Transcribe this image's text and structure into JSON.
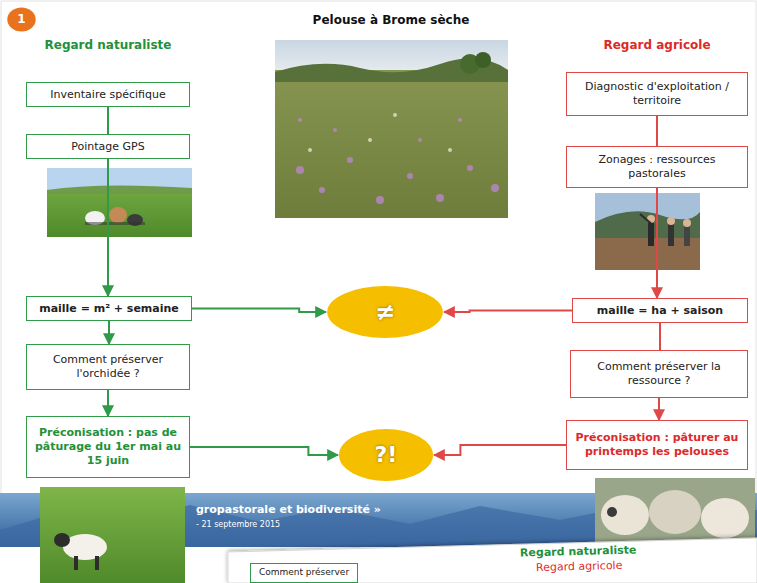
{
  "diagram": {
    "title": "Pelouse à Brome sèche",
    "nodes": [
      {
        "text": [
          "1"
        ]
      },
      {
        "text": [
          "Inventaire spécifique"
        ]
      },
      {
        "text": [
          "Diagnostic d'exploitation / territoire"
        ]
      },
      {
        "text": [
          "Pointage GPS"
        ]
      },
      {
        "text": [
          "Zonages : ressources pastorales"
        ]
      },
      {
        "text": [
          "maille = m² + semaine"
        ]
      },
      {
        "text": [
          "≠"
        ]
      },
      {
        "text": [
          "maille = ha + saison"
        ]
      },
      {
        "text": [
          "Comment préserver l'orchidée ?"
        ]
      },
      {
        "text": [
          "Comment préserver la ressource ?"
        ]
      },
      {
        "text": [
          "Préconisation : pas de pâturage du 1er mai au 15 juin"
        ]
      },
      {
        "text": [
          "?!"
        ]
      },
      {
        "text": [
          "Préconisation : pâturer au printemps les pelouses"
        ]
      },
      {
        "text": [
          "Comment préserver"
        ]
      }
    ],
    "edges": [
      {
        "from": 1,
        "to": 3,
        "arrow": "none"
      },
      {
        "from": 3,
        "to": 5,
        "arrow": "to"
      },
      {
        "from": 5,
        "to": 6,
        "arrow": "to"
      },
      {
        "from": 7,
        "to": 6,
        "arrow": "to"
      },
      {
        "from": 5,
        "to": 8,
        "arrow": "to"
      },
      {
        "from": 8,
        "to": 10,
        "arrow": "to"
      },
      {
        "from": 10,
        "to": 11,
        "arrow": "to"
      },
      {
        "from": 12,
        "to": 11,
        "arrow": "to"
      },
      {
        "from": 2,
        "to": 4,
        "arrow": "none"
      },
      {
        "from": 4,
        "to": 7,
        "arrow": "to"
      },
      {
        "from": 7,
        "to": 9,
        "arrow": "none"
      },
      {
        "from": 9,
        "to": 12,
        "arrow": "to"
      }
    ],
    "labels": [
      "Regard naturaliste",
      "Regard agricole",
      "gropastorale et biodiversité »",
      "- 21 septembre 2015",
      "Regard naturaliste",
      "Regard agricole"
    ]
  }
}
